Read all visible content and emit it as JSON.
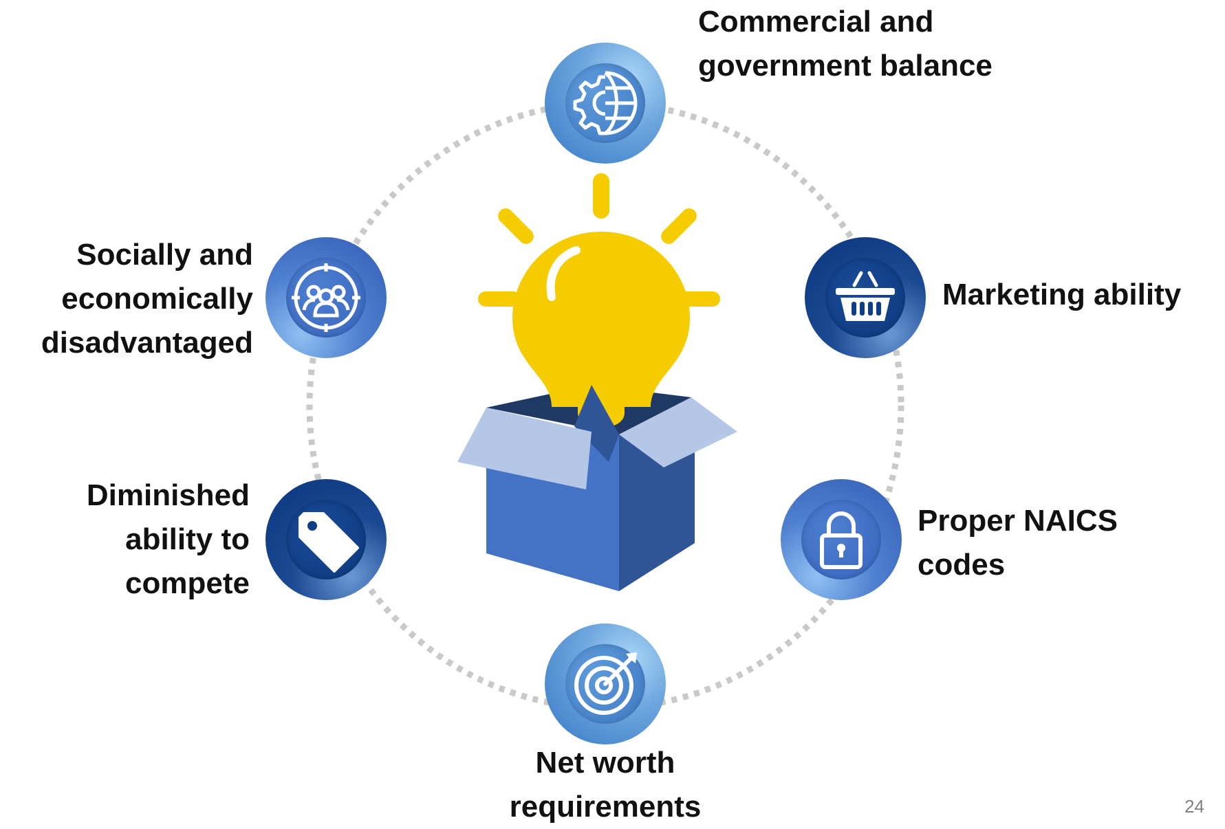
{
  "slide": {
    "page_number": "24"
  },
  "items": [
    {
      "id": "commercial",
      "lines": [
        "Commercial and",
        "government balance"
      ],
      "icon": "globe-gear-icon",
      "style": "light"
    },
    {
      "id": "marketing",
      "lines": [
        "Marketing ability"
      ],
      "icon": "shopping-basket-icon",
      "style": "dark"
    },
    {
      "id": "naics",
      "lines": [
        "Proper NAICS",
        "codes"
      ],
      "icon": "padlock-icon",
      "style": "mid"
    },
    {
      "id": "networth",
      "lines": [
        "Net worth",
        "requirements"
      ],
      "icon": "target-arrow-icon",
      "style": "light"
    },
    {
      "id": "diminished",
      "lines": [
        "Diminished",
        "ability to",
        "compete"
      ],
      "icon": "price-tag-icon",
      "style": "dark"
    },
    {
      "id": "social",
      "lines": [
        "Socially and",
        "economically",
        "disadvantaged"
      ],
      "icon": "people-target-icon",
      "style": "mid"
    }
  ],
  "center": {
    "icon": "lightbulb-in-box-icon",
    "colors": {
      "bulb": "#f5cc00",
      "box_front": "#4472c4",
      "box_side": "#2f5597",
      "box_flap": "#b4c7e7",
      "box_inside": "#1f3864"
    }
  }
}
